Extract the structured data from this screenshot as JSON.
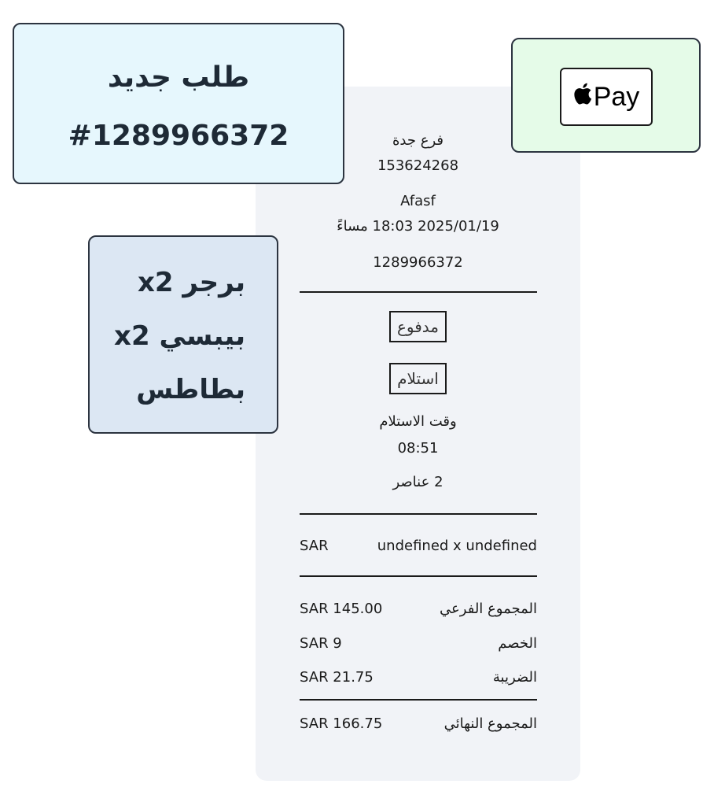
{
  "receipt": {
    "branch_name": "فرع جدة",
    "branch_number": "153624268",
    "customer_name": "Afasf",
    "datetime": "2025/01/19 18:03 مساءً",
    "order_number": "1289966372",
    "payment_status": "مدفوع",
    "order_type": "استلام",
    "pickup_time_label": "وقت الاستلام",
    "pickup_time": "08:51",
    "items_count": "2 عناصر",
    "line_item": {
      "currency": "SAR",
      "description": "undefined x undefined"
    },
    "totals": [
      {
        "label": "المجموع الفرعي",
        "value": "SAR 145.00"
      },
      {
        "label": "الخصم",
        "value": "SAR 9"
      },
      {
        "label": "الضريبة",
        "value": "SAR 21.75"
      }
    ],
    "grand_total": {
      "label": "المجموع النهائي",
      "value": "SAR 166.75"
    }
  },
  "order_card": {
    "title": "طلب جديد",
    "number": "#1289966372"
  },
  "payment_card": {
    "method_label": "Pay",
    "icon": "apple-logo-icon"
  },
  "items_card": {
    "items": [
      "برجر x2",
      "بيبسي x2",
      "بطاطس"
    ]
  },
  "colors": {
    "order_card_bg": "#e6f7fd",
    "payment_card_bg": "#e5fbe8",
    "items_card_bg": "#dce7f3",
    "receipt_bg": "#f1f3f7"
  }
}
